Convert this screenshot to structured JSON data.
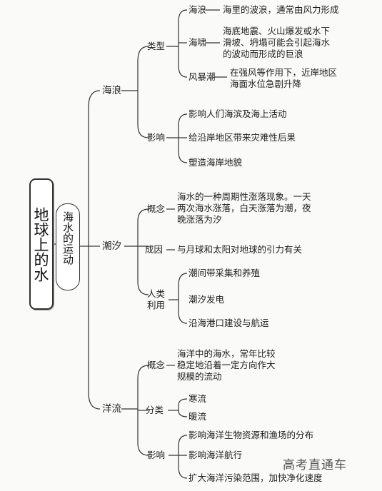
{
  "root": "地球上的水",
  "sub": "海水的运动",
  "nodes": {
    "hailang": {
      "label": "海浪",
      "leixing": {
        "label": "类型",
        "items": [
          {
            "name": "海浪",
            "desc": "海里的波浪，通常由风力形成"
          },
          {
            "name": "海啸",
            "desc": [
              "海底地震、火山爆发或水下",
              "滑坡、坍塌可能会引起海水",
              "的波动而形成的巨浪"
            ]
          },
          {
            "name": "风暴潮",
            "desc": [
              "在强风等作用下，近岸地区",
              "海面水位急剧升降"
            ]
          }
        ]
      },
      "yingxiang": {
        "label": "影响",
        "items": [
          "影响人们海滨及海上活动",
          "给沿岸地区带来灾难性后果",
          "塑造海岸地貌"
        ]
      }
    },
    "chaoxi": {
      "label": "潮汐",
      "gainian": {
        "label": "概念",
        "desc": [
          "海水的一种周期性涨落现象。一天",
          "两次海水涨落，白天涨落为潮，夜",
          "晚涨落为汐"
        ]
      },
      "chengyin": {
        "label": "成因",
        "desc": "与月球和太阳对地球的引力有关"
      },
      "liyong": {
        "label": [
          "人类",
          "利用"
        ],
        "items": [
          "潮间带采集和养殖",
          "潮汐发电",
          "沿海港口建设与航运"
        ]
      }
    },
    "yangliu": {
      "label": "洋流",
      "gainian": {
        "label": "概念",
        "desc": [
          "海洋中的海水，常年比较",
          "稳定地沿着一定方向作大",
          "规模的流动"
        ]
      },
      "fenlei": {
        "label": "分类",
        "items": [
          "寒流",
          "暖流"
        ]
      },
      "yingxiang": {
        "label": "影响",
        "items": [
          "影响海洋生物资源和渔场的分布",
          "影响海洋航行",
          "扩大海洋污染范围，加快净化速度"
        ]
      }
    }
  },
  "watermark": "高考直通车"
}
